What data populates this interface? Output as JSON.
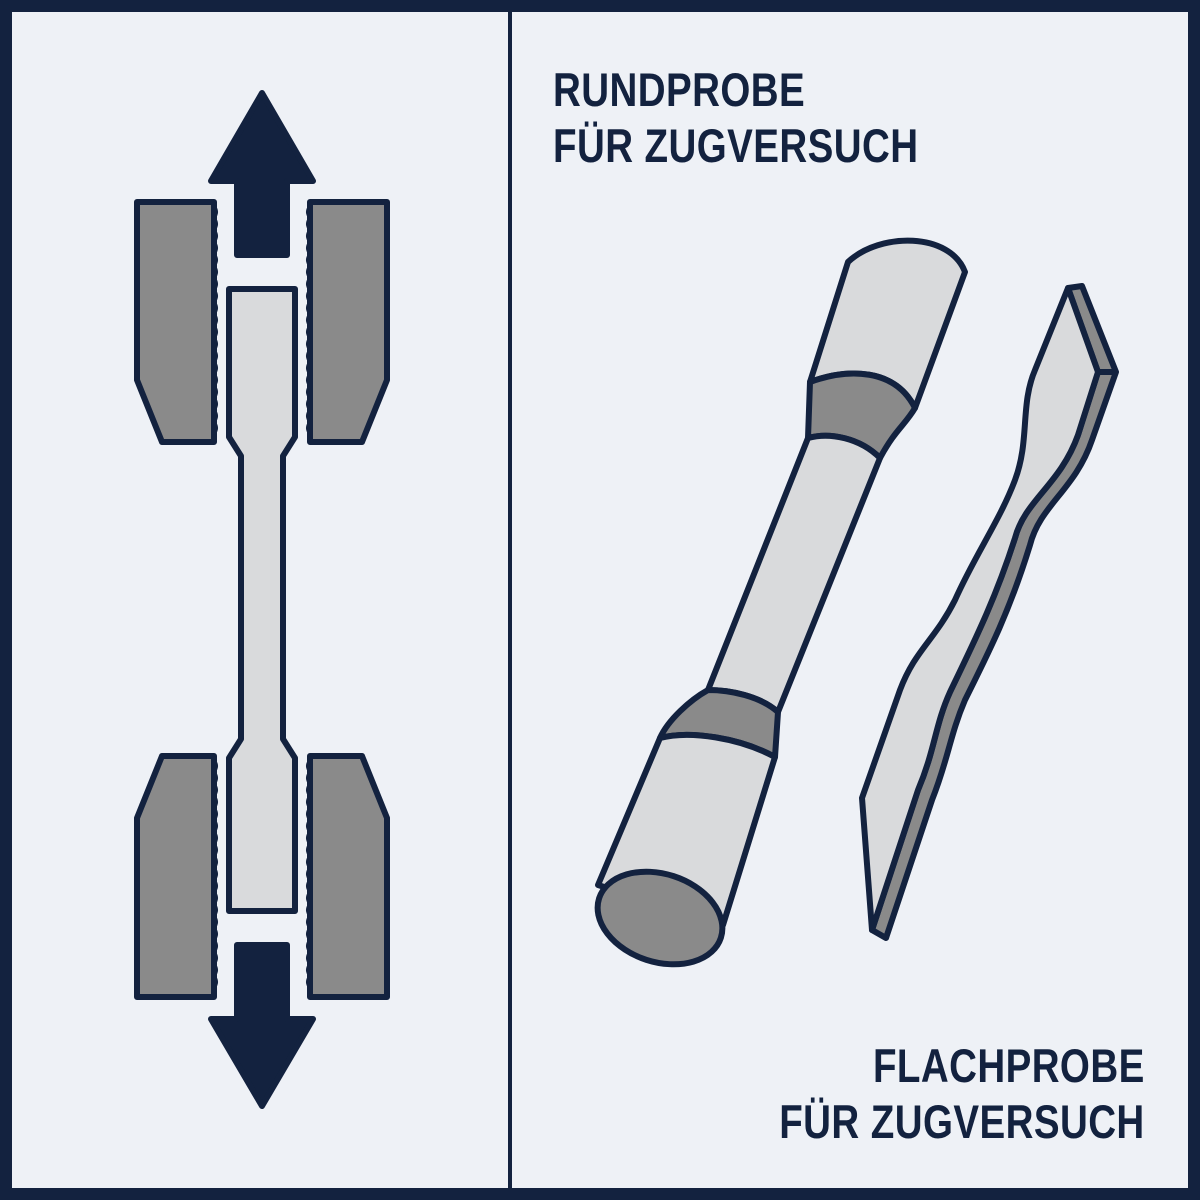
{
  "round_specimen": {
    "line1": "RUNDPROBE",
    "line2": "FÜR ZUGVERSUCH"
  },
  "flat_specimen": {
    "line1": "FLACHPROBE",
    "line2": "FÜR ZUGVERSUCH"
  },
  "colors": {
    "outline": "#13223f",
    "background": "#eef1f6",
    "specimen_fill": "#d9dadc",
    "grip_fill": "#8a8a8a"
  }
}
